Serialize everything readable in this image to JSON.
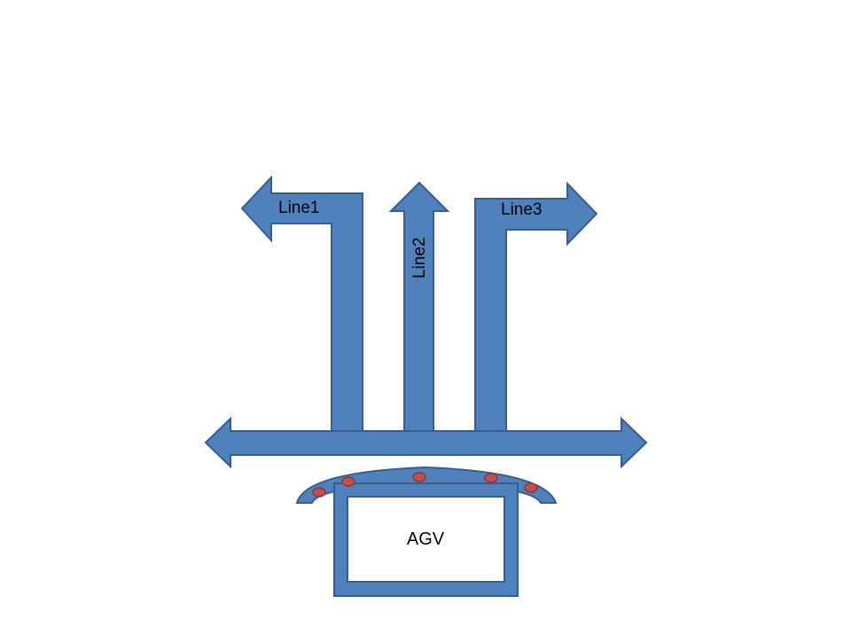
{
  "diagram": {
    "labels": {
      "line1": "Line1",
      "line2": "Line2",
      "line3": "Line3",
      "agv": "AGV"
    },
    "colors": {
      "arrow_fill": "#4f81bd",
      "arrow_stroke": "#385d8a",
      "agv_inner": "#ffffff",
      "sensor_fill": "#c0504d",
      "sensor_stroke": "#8c3836",
      "text": "#000000"
    }
  }
}
